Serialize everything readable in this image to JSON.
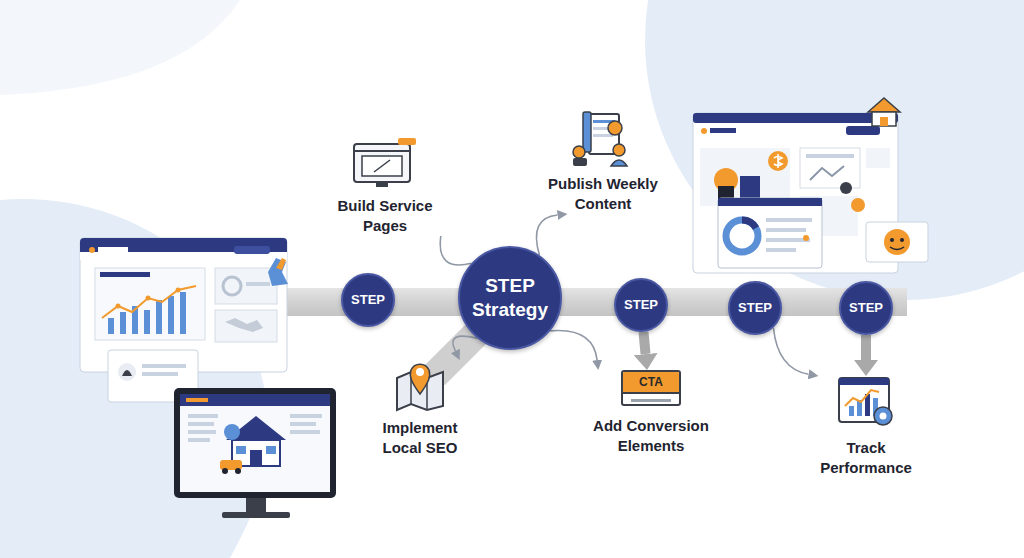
{
  "diagram": {
    "nodes": [
      {
        "text": [
          "Build Service Pages"
        ]
      },
      {
        "text": [
          "Publish Weekly Content"
        ]
      },
      {
        "text": [
          "STEP"
        ]
      },
      {
        "text": [
          "STEP Strategy"
        ]
      },
      {
        "text": [
          "STEP"
        ]
      },
      {
        "text": [
          "STEP"
        ]
      },
      {
        "text": [
          "STEP"
        ]
      },
      {
        "text": [
          "Implement Local SEO"
        ]
      },
      {
        "text": [
          "CTA",
          "Add Conversion Elements"
        ]
      },
      {
        "text": [
          "Track Performance"
        ]
      }
    ],
    "edges": [
      {
        "from": 3,
        "to": 0,
        "arrow": "none"
      },
      {
        "from": 3,
        "to": 1,
        "arrow": "to"
      },
      {
        "from": 3,
        "to": 7,
        "arrow": "to"
      },
      {
        "from": 3,
        "to": 8,
        "arrow": "to"
      },
      {
        "from": 4,
        "to": 8,
        "arrow": "to"
      },
      {
        "from": 5,
        "to": 9,
        "arrow": "to"
      },
      {
        "from": 6,
        "to": 9,
        "arrow": "to"
      }
    ]
  }
}
